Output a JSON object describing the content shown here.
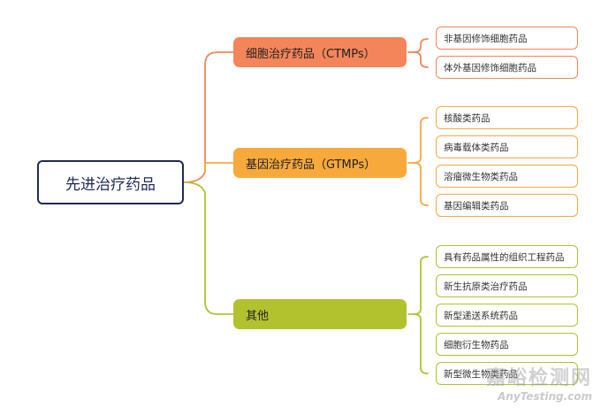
{
  "root": {
    "label": "先进治疗药品"
  },
  "categories": [
    {
      "label": "细胞治疗药品（CTMPs）",
      "color": "#f4855a",
      "children": [
        "非基因修饰细胞药品",
        "体外基因修饰细胞药品"
      ]
    },
    {
      "label": "基因治疗药品（GTMPs）",
      "color": "#f7a93b",
      "children": [
        "核酸类药品",
        "病毒载体类药品",
        "溶瘤微生物类药品",
        "基因编辑类药品"
      ]
    },
    {
      "label": "其他",
      "color": "#b2c22e",
      "children": [
        "具有药品属性的组织工程药品",
        "新生抗原类治疗药品",
        "新型递送系统药品",
        "细胞衍生物药品",
        "新型微生物类药品"
      ]
    }
  ],
  "watermark": {
    "cn": "嘉峪检测网",
    "en": "AnyTesting.com"
  }
}
